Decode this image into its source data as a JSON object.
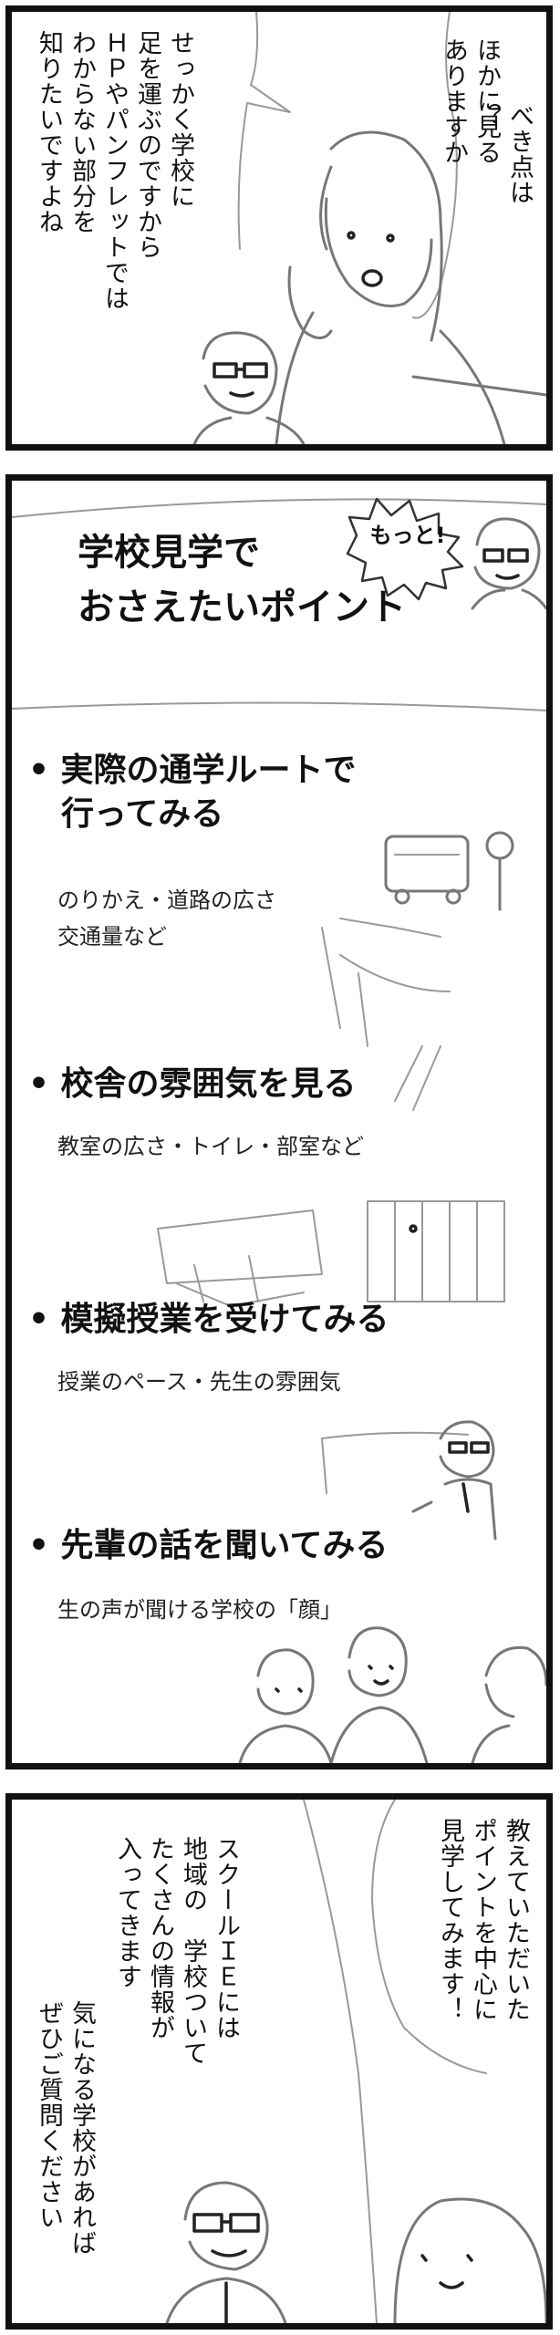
{
  "panel1": {
    "speech_right": "ほかに見る\nありますか",
    "speech_right_extra": "べき点は\n？",
    "speech_left": "せっかく学校に\n足を運ぶのですから\nＨＰやパンフレットでは\nわからない部分を\n知りたいですよね"
  },
  "panel2": {
    "title_line1": "学校見学で",
    "title_line2": "おさえたいポイント",
    "motto": "もっと!",
    "points": [
      {
        "title": "• 実際の通学ルートで\n　行ってみる",
        "detail": "のりかえ・道路の広さ\n交通量など"
      },
      {
        "title": "• 校舎の雰囲気を見る",
        "detail": "教室の広さ・トイレ・部室など"
      },
      {
        "title": "• 模擬授業を受けてみる",
        "detail": "授業のペース・先生の雰囲気"
      },
      {
        "title": "• 先輩の話を聞いてみる",
        "detail": "生の声が聞ける学校の「顔」"
      }
    ]
  },
  "panel3": {
    "speech_right": "教えていただいた\nポイントを中心に\n見学してみます！",
    "speech_middle": "スクールＩＥには\n地域の　学校ついて\nたくさんの情報が\n入ってきます",
    "speech_left": "気になる学校があれば\nぜひご質問ください"
  }
}
